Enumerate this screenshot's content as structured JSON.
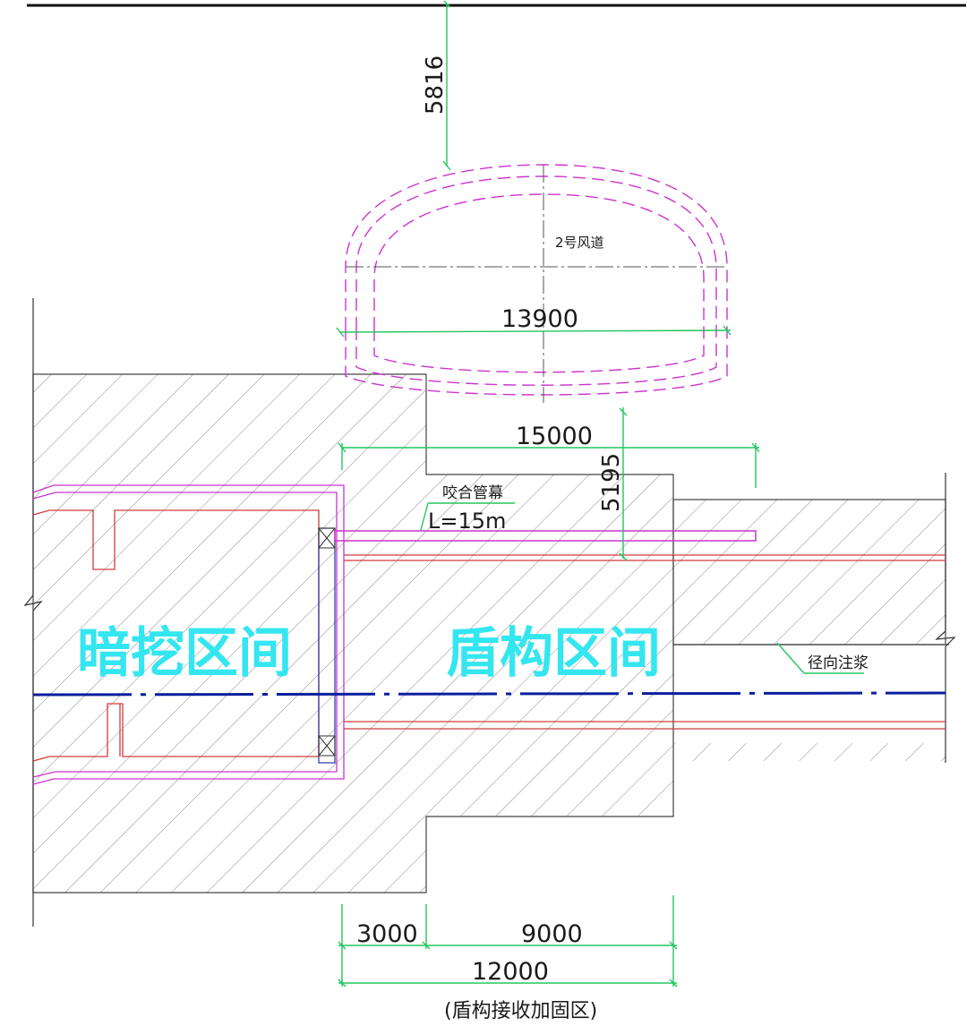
{
  "dimensions": {
    "top_clearance": "5816",
    "vent_width": "13900",
    "span_15000": "15000",
    "depth_5195": "5195",
    "seg_3000": "3000",
    "seg_9000": "9000",
    "total_12000": "12000"
  },
  "labels": {
    "vent_duct": "2号风道",
    "pipe_roof": "咬合管幕",
    "pipe_length": "L=15m",
    "mined_section": "暗挖区间",
    "shield_section": "盾构区间",
    "radial_grouting": "径向注浆",
    "reinforcement_zone": "(盾构接收加固区)"
  },
  "colors": {
    "dimension": "#22c55e",
    "tunnel_dashed": "#cc33cc",
    "lining": "#d43a3a",
    "centerline": "#0a1f9e",
    "section_text": "#33e6f0",
    "hatch": "#8a8a8a"
  }
}
